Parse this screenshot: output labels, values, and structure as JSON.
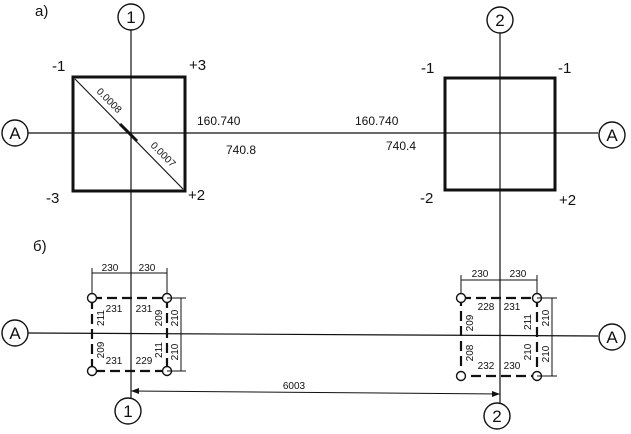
{
  "panels": {
    "a": "а)",
    "b": "б)"
  },
  "axes": {
    "col1": "1",
    "col2": "2",
    "rowA": "A"
  },
  "corners_left": {
    "tl": "-1",
    "tr": "+3",
    "bl": "-3",
    "br": "+2"
  },
  "corners_right": {
    "tl": "-1",
    "tr": "-1",
    "bl": "-2",
    "br": "+2"
  },
  "diag_left": {
    "upper": "0.0008",
    "lower": "0.0007"
  },
  "elev_left": {
    "top": "160.740",
    "bottom": "740.8"
  },
  "elev_right": {
    "top": "160.740",
    "bottom": "740.4"
  },
  "dims_left": {
    "top_a": "230",
    "top_b": "230",
    "inner_tl": "231",
    "inner_tr": "231",
    "inner_bl": "231",
    "inner_br": "229",
    "left_top": "211",
    "left_bot": "209",
    "right_top": "209",
    "right_bot": "211",
    "outer_top": "210",
    "outer_bot": "210"
  },
  "dims_right": {
    "top_a": "230",
    "top_b": "230",
    "inner_tl": "228",
    "inner_tr": "231",
    "inner_bl": "232",
    "inner_br": "230",
    "left_top": "209",
    "left_bot": "208",
    "right_top": "211",
    "right_bot": "210",
    "outer_top": "210",
    "outer_bot": "210"
  },
  "span": "6003"
}
